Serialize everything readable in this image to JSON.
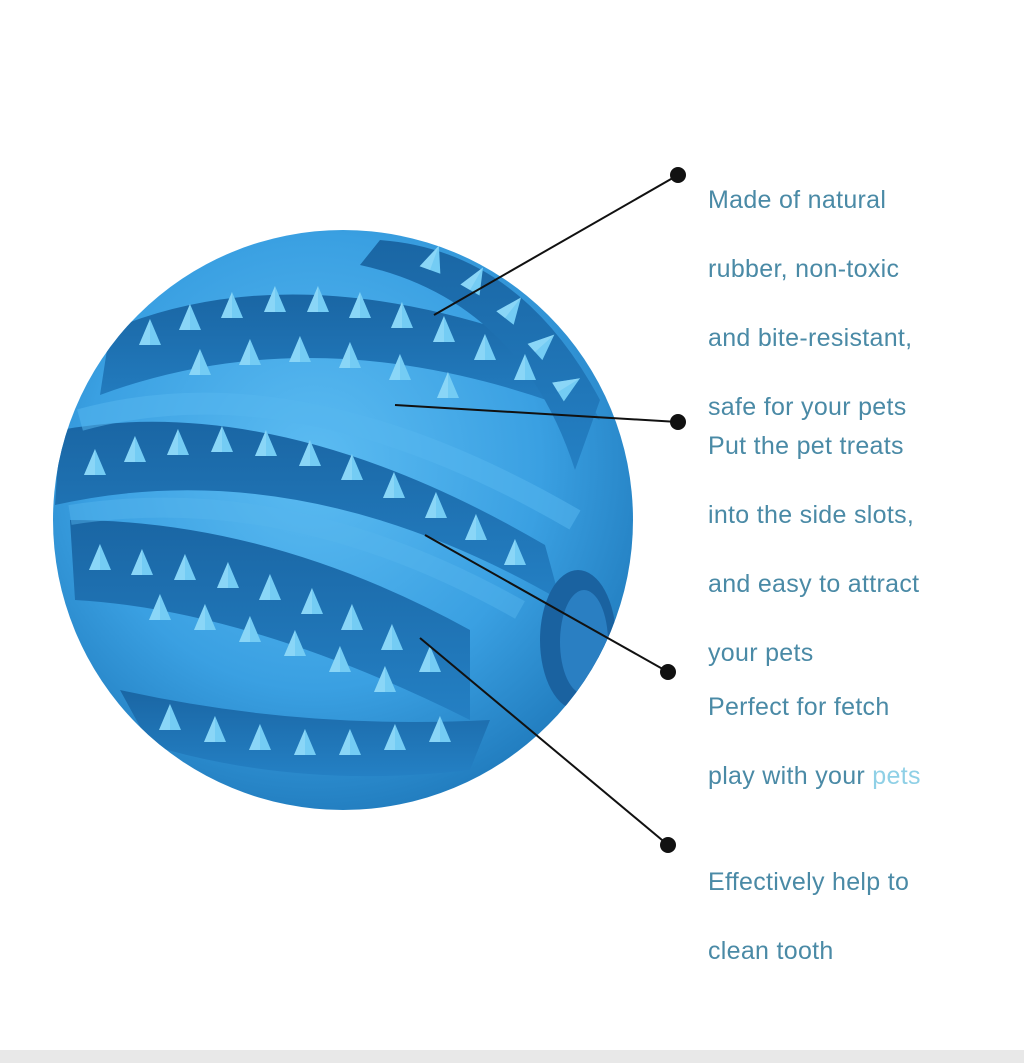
{
  "colors": {
    "text": "#4a8aa6",
    "text_faded": "#8fd0e6",
    "ball_main": "#3a9fe0",
    "ball_light": "#58b8f0",
    "ball_dark": "#1f78b8",
    "groove": "#1c6fae",
    "spike": "#6cc8f2",
    "leader_line": "#111111"
  },
  "callouts": [
    {
      "lines": [
        "Made of natural",
        "rubber,  non-toxic",
        "and  bite-resistant,",
        "safe for your pets"
      ]
    },
    {
      "lines": [
        "Put the pet treats",
        "into the side slots,",
        "and easy to attract",
        "your pets"
      ]
    },
    {
      "lines_line1": "Perfect for fetch",
      "line2_main": "play with your ",
      "line2_faded": "pets"
    },
    {
      "lines": [
        "Effectively help to",
        "clean tooth"
      ]
    }
  ]
}
